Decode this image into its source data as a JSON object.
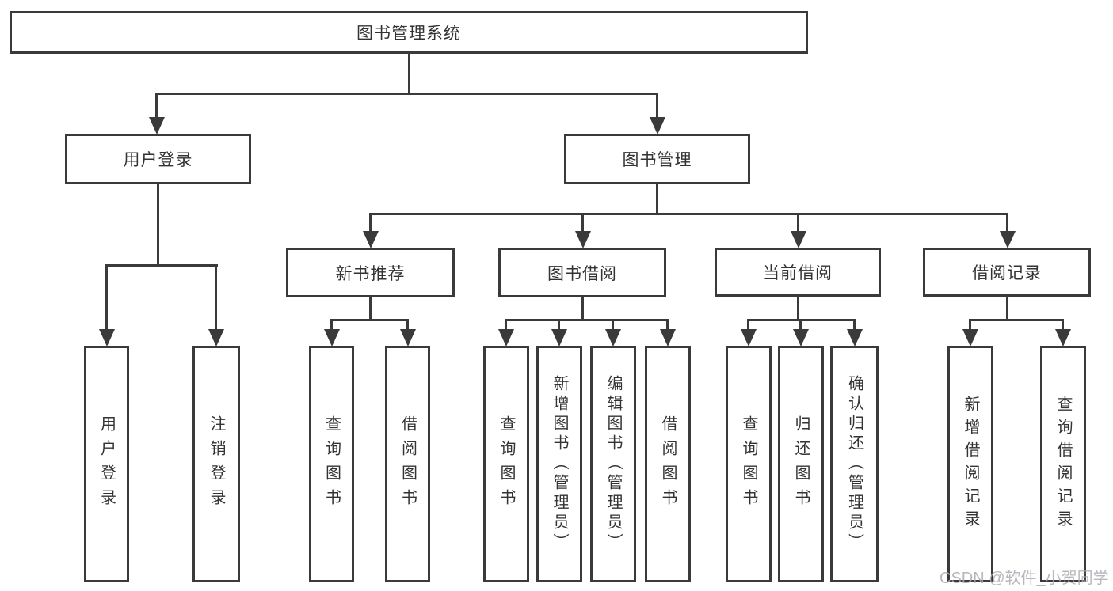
{
  "diagram": {
    "root": "图书管理系统",
    "level2": [
      "用户登录",
      "图书管理"
    ],
    "level3": [
      "新书推荐",
      "图书借阅",
      "当前借阅",
      "借阅记录"
    ],
    "level4": {
      "user": [
        "用户登录",
        "注销登录"
      ],
      "recommend": [
        "查询图书",
        "借阅图书"
      ],
      "borrow": [
        "查询图书",
        "新增图书（管理员）",
        "编辑图书（管理员）",
        "借阅图书"
      ],
      "current": [
        "查询图书",
        "归还图书",
        "确认归还（管理员）"
      ],
      "records": [
        "新增借阅记录",
        "查询借阅记录"
      ]
    },
    "colors": {
      "line": "#3a3a3a",
      "text": "#333333",
      "box_background": "#ffffff",
      "watermark": "#a8abb2"
    }
  },
  "watermark": {
    "text": "CSDN @软件_小贺同学"
  }
}
